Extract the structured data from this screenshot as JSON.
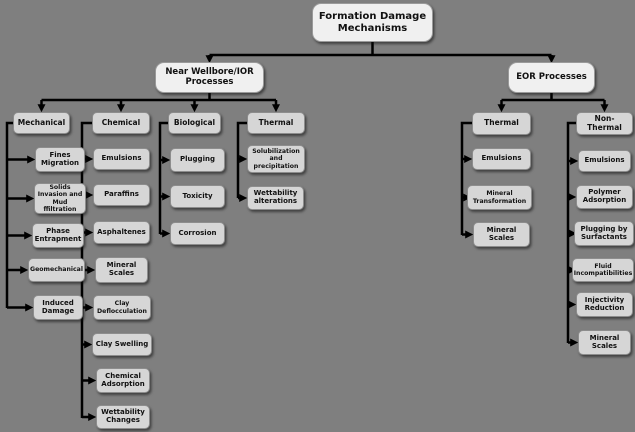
{
  "root_label": "Formation Damage Mechanisms",
  "branches": [
    {
      "label": "Near Wellbore/IOR Processes",
      "columns": [
        {
          "label": "Mechanical",
          "children": [
            "Fines Migration",
            "Solids Invasion and Mud ffiltration",
            "Phase Entrapment",
            "Geomechanical",
            "Induced Damage"
          ]
        },
        {
          "label": "Chemical",
          "children": [
            "Emulsions",
            "Paraffins",
            "Asphaltenes",
            "Mineral Scales",
            "Clay Deflocculation",
            "Clay Swelling",
            "Chemical Adsorption",
            "Wettability Changes"
          ]
        },
        {
          "label": "Biological",
          "children": [
            "Plugging",
            "Toxicity",
            "Corrosion"
          ]
        },
        {
          "label": "Thermal",
          "children": [
            "Solubilization and precipitation",
            "Wettability alterations"
          ]
        }
      ]
    },
    {
      "label": "EOR Processes",
      "columns": [
        {
          "label": "Thermal",
          "children": [
            "Emulsions",
            "Mineral Transformation",
            "Mineral Scales"
          ]
        },
        {
          "label": "Non-Thermal",
          "children": [
            "Emulsions",
            "Polymer Adsorption",
            "Plugging by Surfactants",
            "Fluid Incompatibilities",
            "Injectivity Reduction",
            "Mineral Scales"
          ]
        }
      ]
    }
  ],
  "colors": {
    "background": "#7f7f7f",
    "node_fill": "#d6d6d6",
    "top_node_fill": "#f0f0f0",
    "connector": "#000000",
    "text": "#111111"
  }
}
